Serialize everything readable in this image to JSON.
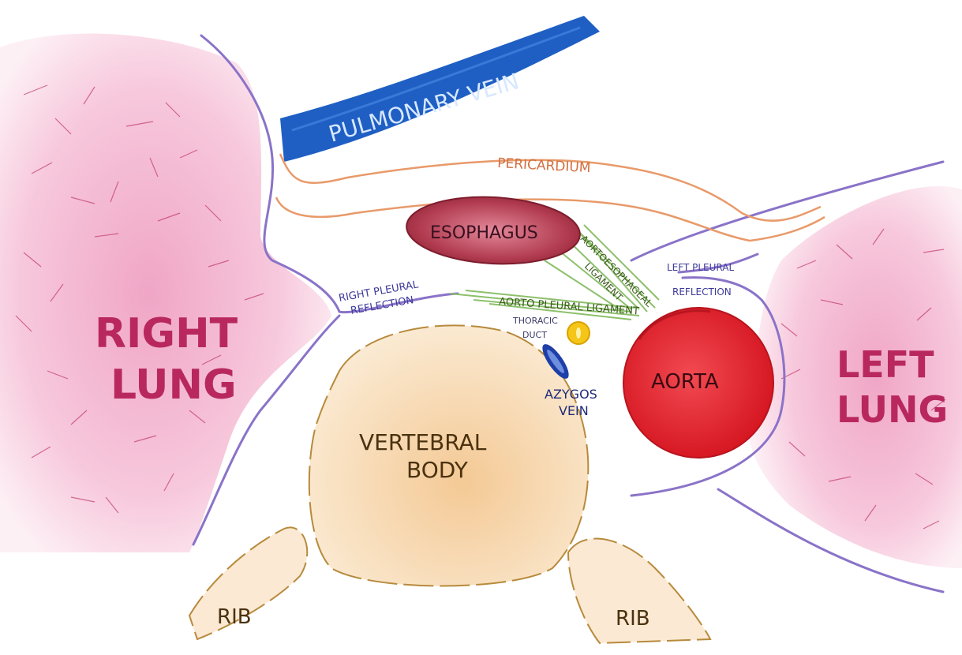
{
  "labels": {
    "pulmonary_vein": "PULMONARY VEIN",
    "pericardium": "PERICARDIUM",
    "esophagus": "ESOPHAGUS",
    "aortoesophageal_ligament_line1": "AORTOESOPHAGEAL",
    "aortoesophageal_ligament_line2": "LIGAMENT",
    "left_pleural_line1": "LEFT PLEURAL",
    "left_pleural_line2": "REFLECTION",
    "right_pleural_line1": "RIGHT PLEURAL",
    "right_pleural_line2": "REFLECTION",
    "aortopleural_ligament": "AORTO PLEURAL LIGAMENT",
    "thoracic_duct_line1": "THORACIC",
    "thoracic_duct_line2": "DUCT",
    "azygos_line1": "AZYGOS",
    "azygos_line2": "VEIN",
    "aorta": "AORTA",
    "right_lung_line1": "RIGHT",
    "right_lung_line2": "LUNG",
    "left_lung_line1": "LEFT",
    "left_lung_line2": "LUNG",
    "vertebral_line1": "VERTEBRAL",
    "vertebral_line2": "BODY",
    "rib_left": "RIB",
    "rib_right": "RIB"
  },
  "colors": {
    "lung_pink": "#f2a8c8",
    "lung_line": "#c0396e",
    "pleura_purple": "#8a73c8",
    "pulmonary_blue": "#1f5fc4",
    "pericardium_orange": "#e89a6a",
    "esophagus_red": "#9e2a3a",
    "ligament_green": "#8cc06a",
    "aorta_red": "#e0232d",
    "azygos_blue": "#1e3fa8",
    "thoracic_yellow": "#f5c518",
    "bone_beige": "#f6dcb4",
    "bone_line": "#b78a3c",
    "label_navy": "#2b2f8a",
    "label_big": "#b8285f"
  }
}
